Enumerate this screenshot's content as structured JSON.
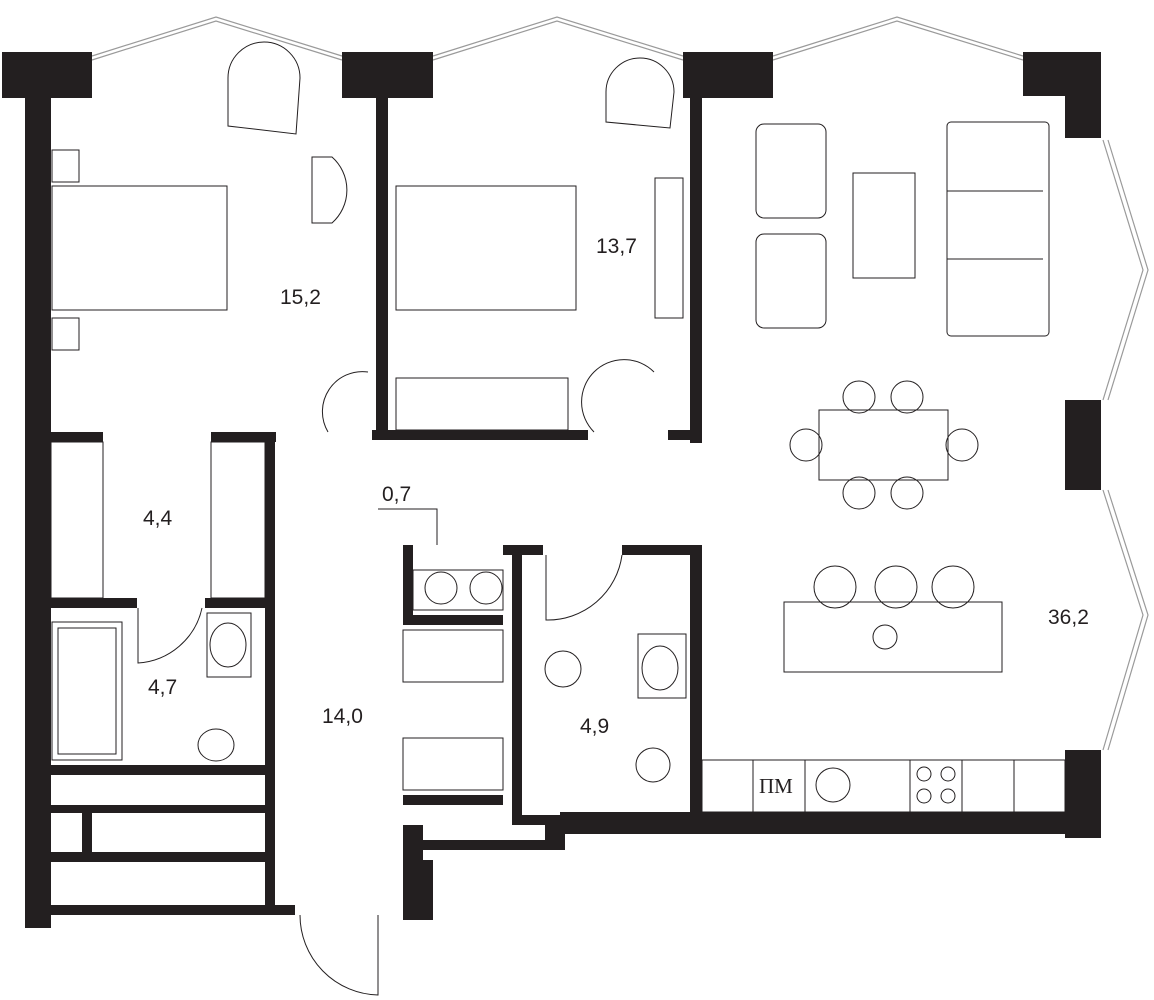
{
  "floorplan": {
    "rooms": [
      {
        "id": "bedroom-1",
        "area": "15,2"
      },
      {
        "id": "bedroom-2",
        "area": "13,7"
      },
      {
        "id": "walk-in-closet",
        "area": "4,4"
      },
      {
        "id": "bathroom-1",
        "area": "4,7"
      },
      {
        "id": "hallway",
        "area": "14,0"
      },
      {
        "id": "laundry-niche",
        "area": "0,7"
      },
      {
        "id": "bathroom-2",
        "area": "4,9"
      },
      {
        "id": "kitchen-living",
        "area": "36,2"
      }
    ],
    "labels": {
      "dishwasher": "ПМ"
    },
    "colors": {
      "wall": "#231f20",
      "line": "#231f20",
      "window": "#9a9a9a",
      "background": "#ffffff"
    }
  }
}
